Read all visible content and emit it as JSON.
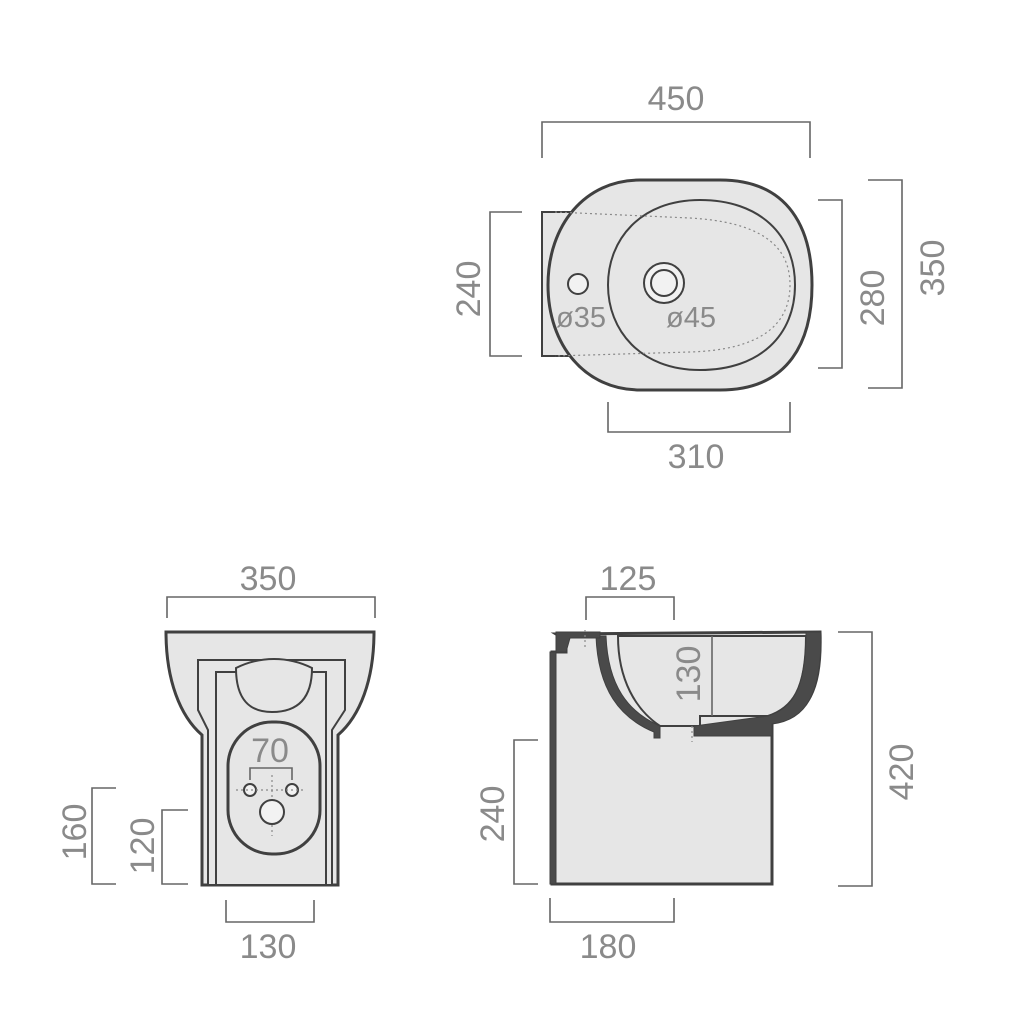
{
  "drawing": {
    "top_view": {
      "width": "450",
      "rear_width": "240",
      "bowl_depth": "280",
      "overall_depth": "350",
      "bowl_width": "310",
      "tap_hole": "ø35",
      "drain_hole": "ø45"
    },
    "rear_view": {
      "width": "350",
      "fixing_spacing": "70",
      "outlet_height": "160",
      "fixing_height": "120",
      "base_width": "130"
    },
    "side_view": {
      "rim_offset": "125",
      "bowl_depth": "130",
      "height": "420",
      "outlet_height": "240",
      "base_length": "180"
    }
  },
  "colors": {
    "fill": "#e6e6e6",
    "outline": "#404040",
    "dimension_text": "#8a8a8a"
  }
}
